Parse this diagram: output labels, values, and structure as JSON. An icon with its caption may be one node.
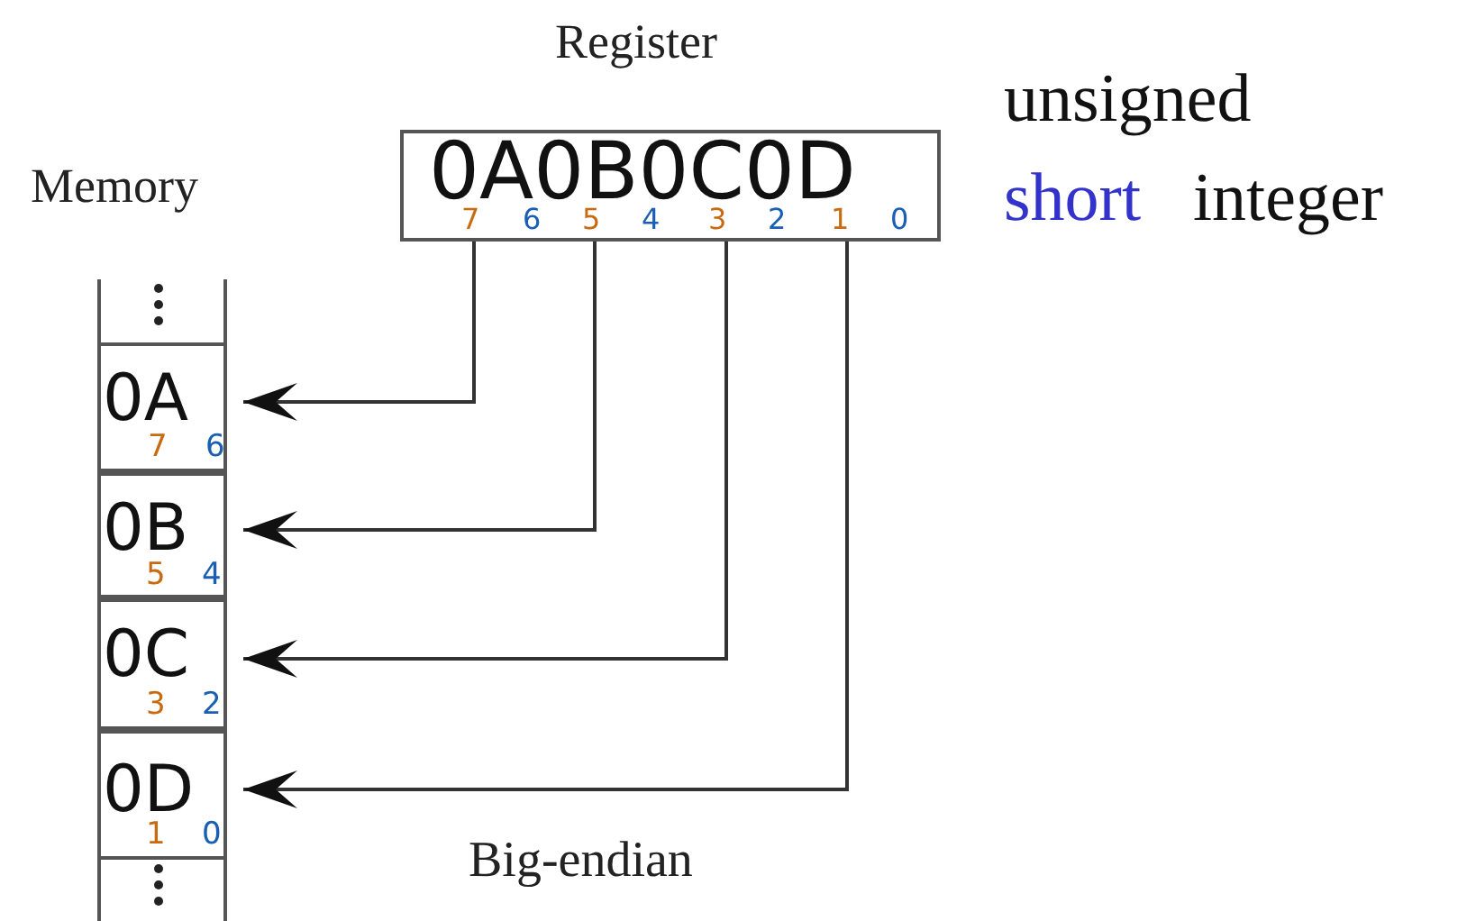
{
  "diagram": {
    "nodes": [
      {
        "text": [
          "Register",
          "0A0B0C0D"
        ]
      },
      {
        "text": [
          "0A"
        ]
      },
      {
        "text": [
          "0B"
        ]
      },
      {
        "text": [
          "0C"
        ]
      },
      {
        "text": [
          "0D"
        ]
      }
    ],
    "edges": [
      {
        "from": 0,
        "to": 1,
        "arrow": "to"
      },
      {
        "from": 0,
        "to": 2,
        "arrow": "to"
      },
      {
        "from": 0,
        "to": 3,
        "arrow": "to"
      },
      {
        "from": 0,
        "to": 4,
        "arrow": "to"
      }
    ],
    "labels": [
      "unsigned",
      "Memory",
      "short",
      "integer",
      "7",
      "6",
      "5",
      "4",
      "3",
      "2",
      "1",
      "0",
      "7",
      "6",
      "5",
      "4",
      "3",
      "2",
      "1",
      "0",
      "Big-endian"
    ]
  }
}
